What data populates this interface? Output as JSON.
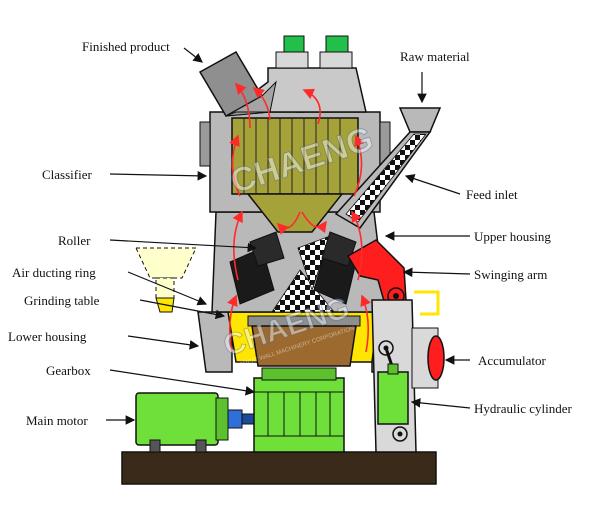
{
  "labels": {
    "finished_product": "Finished product",
    "raw_material": "Raw material",
    "classifier": "Classifier",
    "feed_inlet": "Feed inlet",
    "roller": "Roller",
    "upper_housing": "Upper housing",
    "air_ducting_ring": "Air ducting ring",
    "swinging_arm": "Swinging arm",
    "grinding_table": "Grinding table",
    "lower_housing": "Lower housing",
    "accumulator": "Accumulator",
    "gearbox": "Gearbox",
    "main_motor": "Main motor",
    "hydraulic_cylinder": "Hydraulic cylinder"
  },
  "watermark": {
    "text": "CHAENG",
    "subtext": "GREAT WALL MACHINERY CORPORATION"
  },
  "colors": {
    "housing_gray": "#b9b9b9",
    "housing_dark": "#8f8f8f",
    "classifier_olive": "#a6a23a",
    "cone_brown": "#9c6a2e",
    "table_yellow": "#ffe600",
    "machine_green": "#6fe03a",
    "arm_red": "#ff1e1e",
    "airflow_red": "#ff2a2a",
    "roller_black": "#1a1a1a",
    "base_brown": "#3a2a1a",
    "accent_blue": "#2e6fd8"
  }
}
